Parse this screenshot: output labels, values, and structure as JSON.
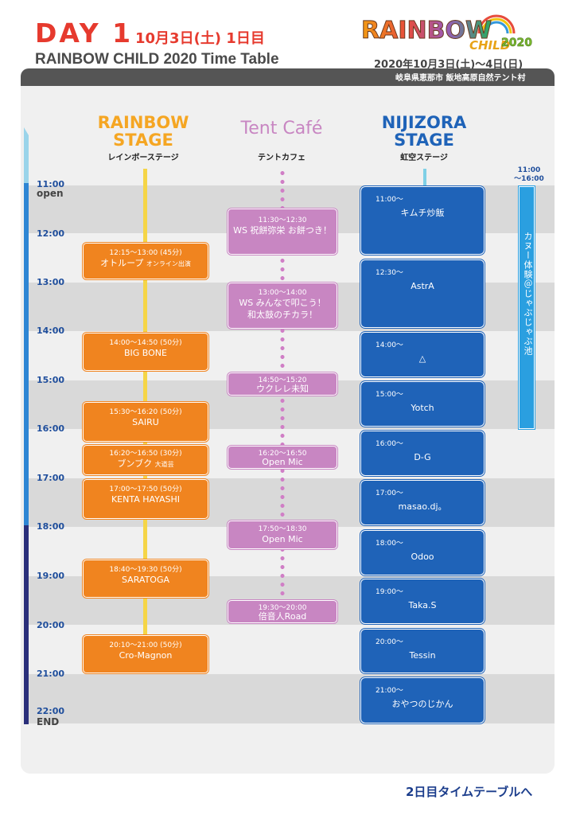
{
  "header": {
    "day": "DAY 1",
    "date": "10月3日(土) 1日目",
    "subtitle": "RAINBOW CHILD 2020  Time Table",
    "logo_text_main": "RAINBOW",
    "logo_text_child": "CHILD",
    "logo_year": "2020",
    "event_dates": "2020年10月3日(土)〜4日(日)",
    "venue": "岐阜県恵那市 飯地高原自然テント村"
  },
  "timeline": {
    "hours": [
      "11:00",
      "12:00",
      "13:00",
      "14:00",
      "15:00",
      "16:00",
      "17:00",
      "18:00",
      "19:00",
      "20:00",
      "21:00",
      "22:00"
    ],
    "open_label": "open",
    "end_label": "END"
  },
  "stages": {
    "rainbow": {
      "title_line1": "RAINBOW",
      "title_line2": "STAGE",
      "subtitle": "レインボーステージ",
      "color": "#f5a623"
    },
    "tent": {
      "title": "Tent Café",
      "subtitle": "テントカフェ",
      "color": "#c886c2"
    },
    "nijizora": {
      "title_line1": "NIJIZORA",
      "title_line2": "STAGE",
      "subtitle": "虹空ステージ",
      "color": "#1f63b8"
    }
  },
  "rainbow_events": [
    {
      "time": "12:15〜13:00 (45分)",
      "name": "オトループ",
      "note": "オンライン出演"
    },
    {
      "time": "14:00〜14:50 (50分)",
      "name": "BIG BONE",
      "note": ""
    },
    {
      "time": "15:30〜16:20 (50分)",
      "name": "SAIRU",
      "note": ""
    },
    {
      "time": "16:20〜16:50 (30分)",
      "name": "ブンブク",
      "note": "大道芸"
    },
    {
      "time": "17:00〜17:50 (50分)",
      "name": "KENTA HAYASHI",
      "note": ""
    },
    {
      "time": "18:40〜19:30 (50分)",
      "name": "SARATOGA",
      "note": ""
    },
    {
      "time": "20:10〜21:00 (50分)",
      "name": "Cro-Magnon",
      "note": ""
    }
  ],
  "tent_events": [
    {
      "time": "11:30〜12:30",
      "name": "WS 祝餅弥栄 お餅つき！",
      "name2": ""
    },
    {
      "time": "13:00〜14:00",
      "name": "WS みんなで叩こう！",
      "name2": "和太鼓のチカラ！"
    },
    {
      "time": "14:50〜15:20",
      "name": "ウクレレ未知",
      "name2": ""
    },
    {
      "time": "16:20〜16:50",
      "name": "Open Mic",
      "name2": ""
    },
    {
      "time": "17:50〜18:30",
      "name": "Open Mic",
      "name2": ""
    },
    {
      "time": "19:30〜20:00",
      "name": "倍音人Road",
      "name2": ""
    }
  ],
  "nijizora_events": [
    {
      "time": "11:00〜",
      "name": "キムチ炒飯"
    },
    {
      "time": "12:30〜",
      "name": "AstrA"
    },
    {
      "time": "14:00〜",
      "name": "△"
    },
    {
      "time": "15:00〜",
      "name": "Yotch"
    },
    {
      "time": "16:00〜",
      "name": "D-G"
    },
    {
      "time": "17:00〜",
      "name": "masao.dj。"
    },
    {
      "time": "18:00〜",
      "name": "Odoo"
    },
    {
      "time": "19:00〜",
      "name": "Taka.S"
    },
    {
      "time": "20:00〜",
      "name": "Tessin"
    },
    {
      "time": "21:00〜",
      "name": "おやつのじかん"
    }
  ],
  "canoe": {
    "time_line1": "11:00",
    "time_line2": "〜16:00",
    "text": "カヌー体験＠じゃぶじゃぶ池"
  },
  "footer": {
    "next_link": "2日目タイムテーブルへ"
  }
}
